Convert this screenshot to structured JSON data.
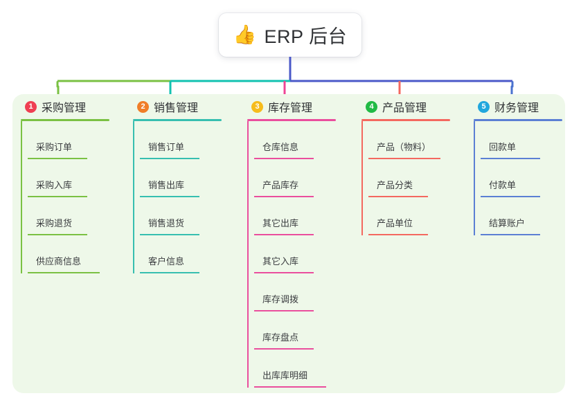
{
  "root": {
    "icon": "thumbs-up-emoji",
    "emoji": "👍",
    "title": "ERP 后台"
  },
  "theme": {
    "panel_bg": "#eef8e9",
    "page_bg": "#ffffff",
    "root_drop_color": "#4a58c8",
    "bus_left_color": "#7ac143",
    "bus_mid_color": "#12c2b0",
    "bus_right_color": "#4a58c8"
  },
  "branches": [
    {
      "number": "1",
      "title": "采购管理",
      "badge_color": "#ef3f52",
      "line_color": "#7ac143",
      "drop_color": "#7ac143",
      "items": [
        "采购订单",
        "采购入库",
        "采购退货",
        "供应商信息"
      ]
    },
    {
      "number": "2",
      "title": "销售管理",
      "badge_color": "#f07e28",
      "line_color": "#36bfb0",
      "drop_color": "#12c2b0",
      "items": [
        "销售订单",
        "销售出库",
        "销售退货",
        "客户信息"
      ]
    },
    {
      "number": "3",
      "title": "库存管理",
      "badge_color": "#f6bc1c",
      "line_color": "#ea4e9d",
      "drop_color": "#ef4594",
      "items": [
        "仓库信息",
        "产品库存",
        "其它出库",
        "其它入库",
        "库存调拨",
        "库存盘点",
        "出库库明细"
      ]
    },
    {
      "number": "4",
      "title": "产品管理",
      "badge_color": "#21ba45",
      "line_color": "#f4685f",
      "drop_color": "#f4685f",
      "items": [
        "产品（物料）",
        "产品分类",
        "产品单位"
      ]
    },
    {
      "number": "5",
      "title": "财务管理",
      "badge_color": "#21a7dd",
      "line_color": "#5b7fd4",
      "drop_color": "#4a72cf",
      "items": [
        "回款单",
        "付款单",
        "结算账户"
      ]
    }
  ]
}
